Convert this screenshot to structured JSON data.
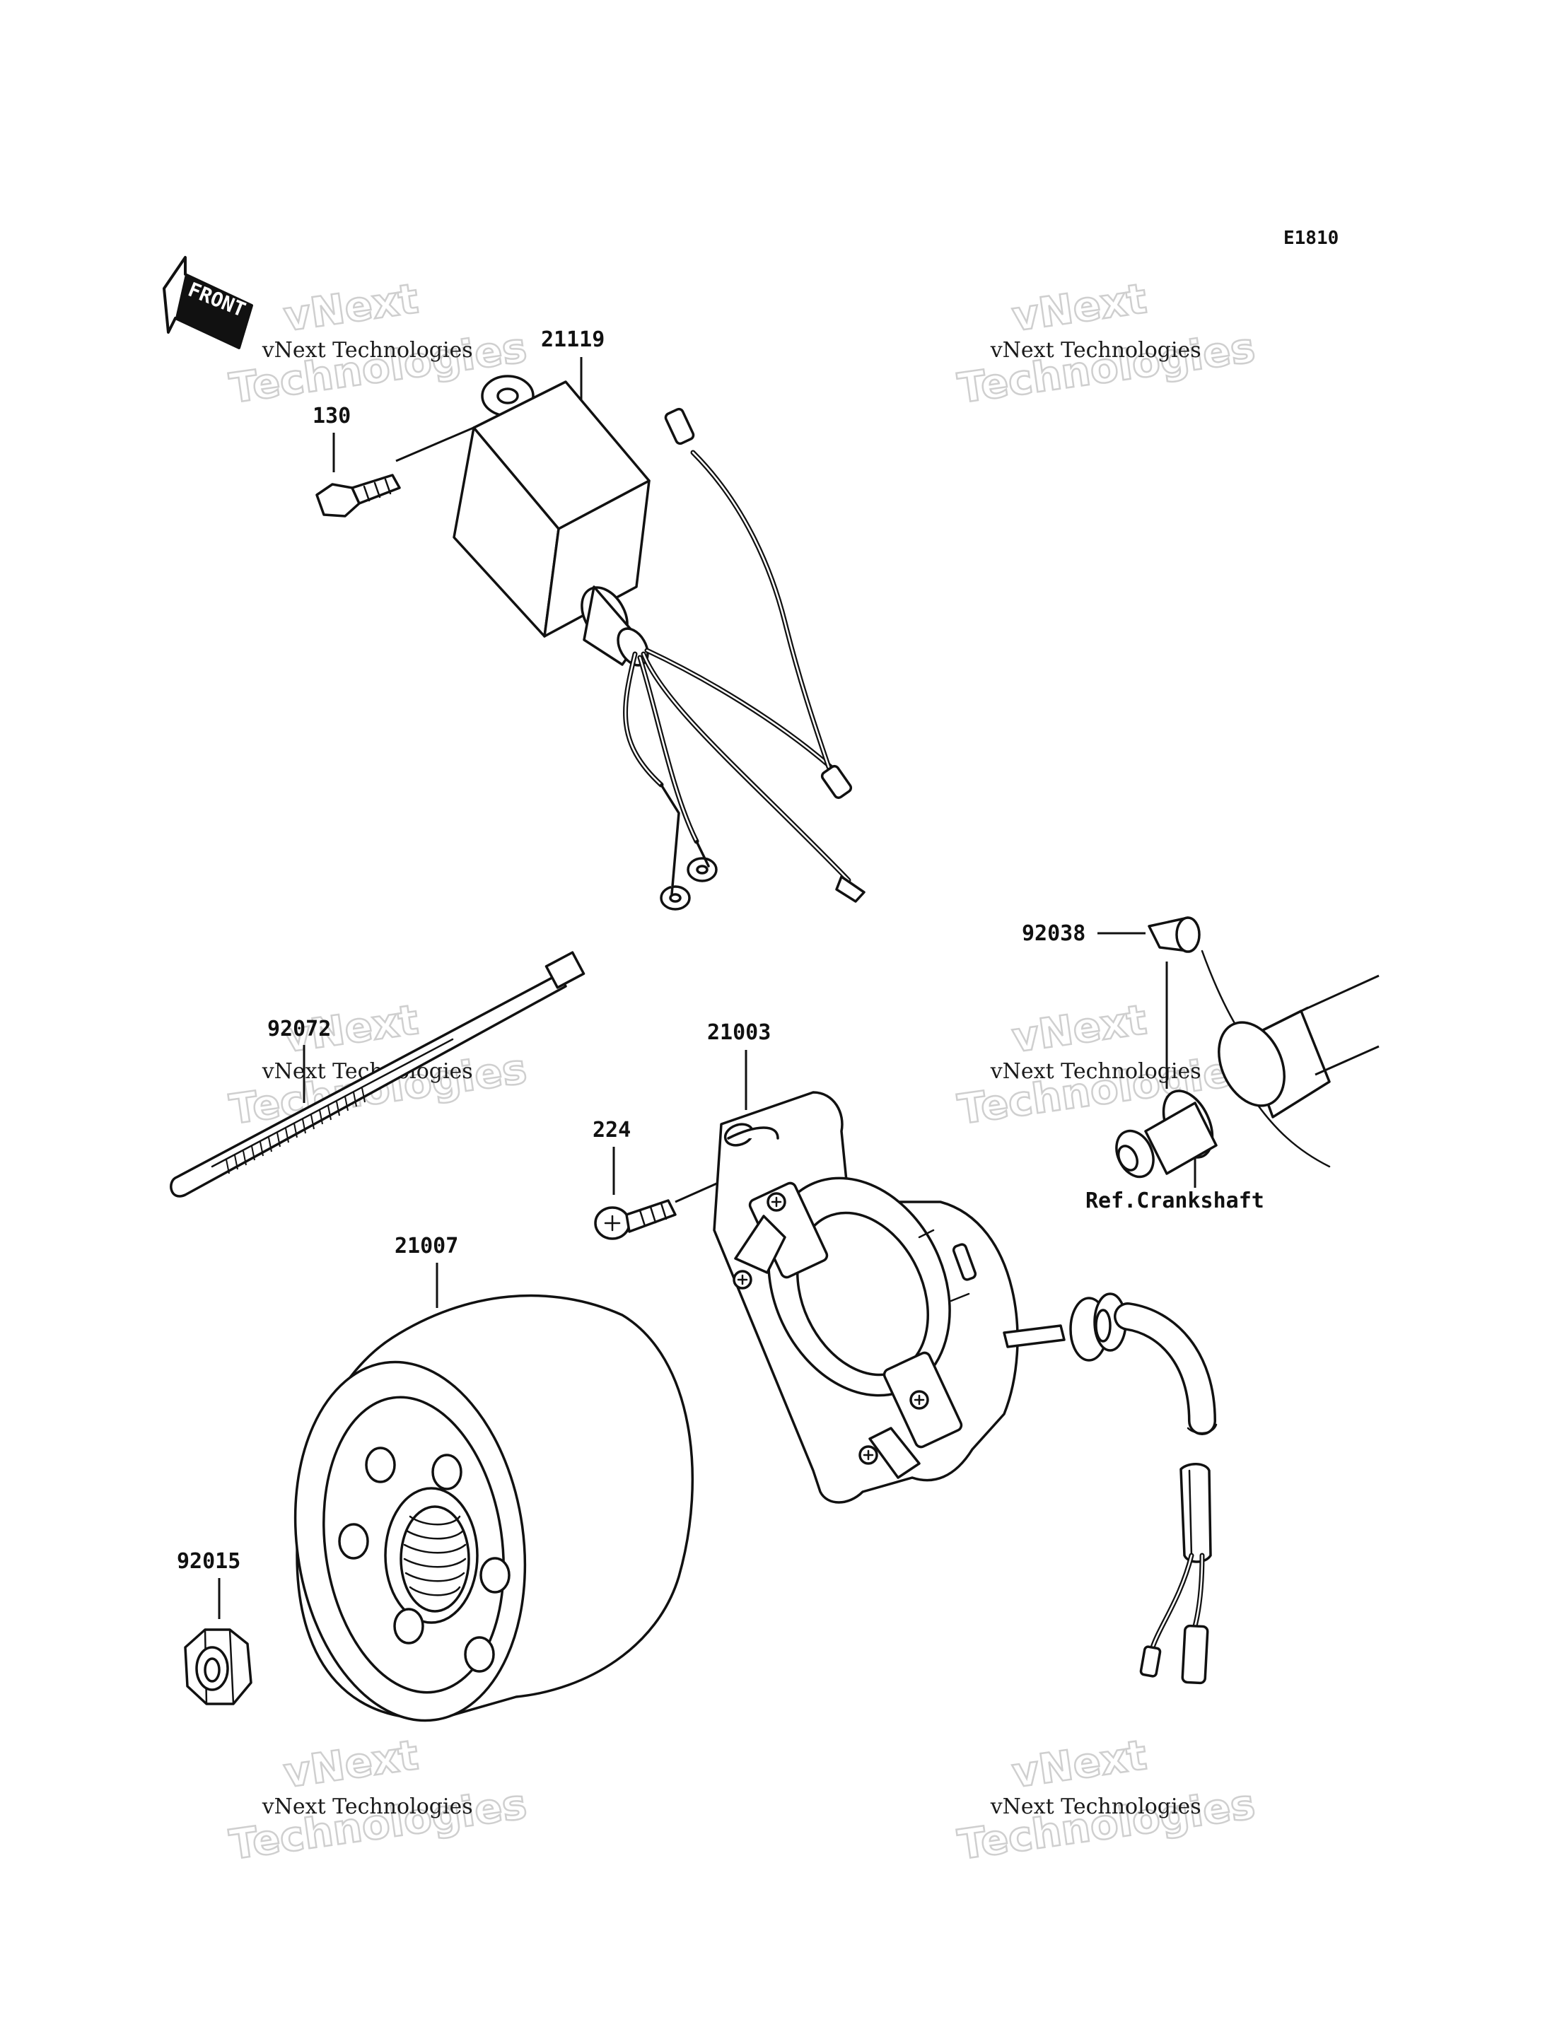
{
  "diagram": {
    "code": "E1810",
    "front_label": "FRONT",
    "parts": [
      {
        "number": "21119"
      },
      {
        "number": "130"
      },
      {
        "number": "92072"
      },
      {
        "number": "21003"
      },
      {
        "number": "224"
      },
      {
        "number": "92038"
      },
      {
        "number": "21007"
      },
      {
        "number": "92015"
      }
    ],
    "reference": "Ref.Crankshaft"
  },
  "watermark": {
    "line1": "vNext Technologies",
    "line2": "Technologies",
    "line3": "vNext"
  }
}
